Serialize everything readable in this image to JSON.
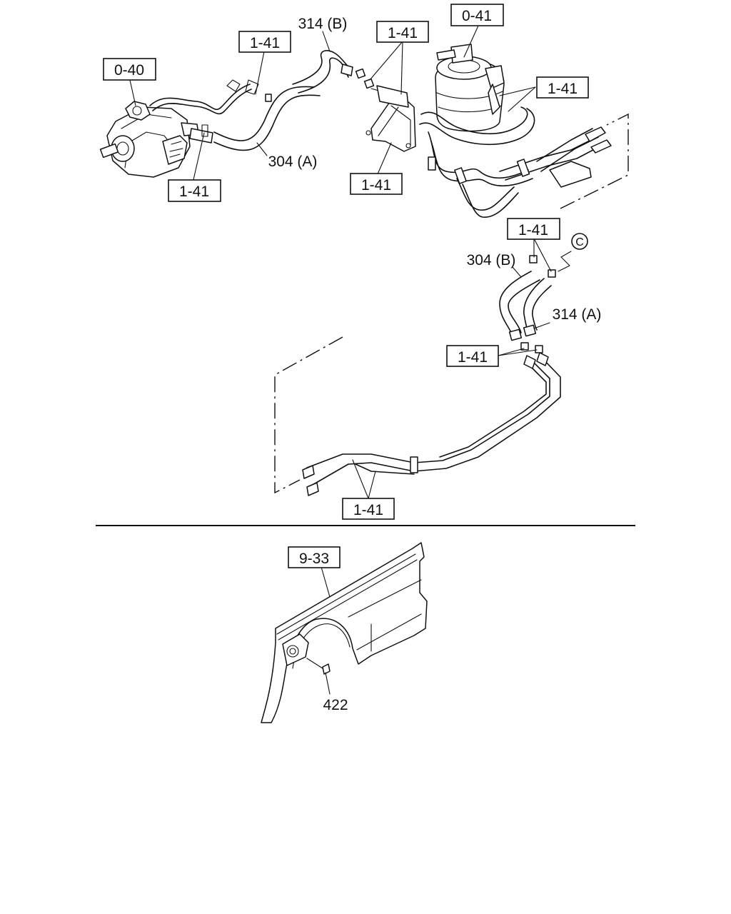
{
  "callouts": [
    {
      "id": "ref-0-40",
      "text": "0-40",
      "boxed": true
    },
    {
      "id": "ref-1-41-a",
      "text": "1-41",
      "boxed": true
    },
    {
      "id": "ref-314b",
      "text": "314 (B)",
      "boxed": false
    },
    {
      "id": "ref-1-41-b",
      "text": "1-41",
      "boxed": true
    },
    {
      "id": "ref-0-41",
      "text": "0-41",
      "boxed": true
    },
    {
      "id": "ref-1-41-c",
      "text": "1-41",
      "boxed": true
    },
    {
      "id": "ref-304a",
      "text": "304 (A)",
      "boxed": false
    },
    {
      "id": "ref-1-41-d",
      "text": "1-41",
      "boxed": true
    },
    {
      "id": "ref-1-41-e",
      "text": "1-41",
      "boxed": true
    },
    {
      "id": "ref-1-41-f",
      "text": "1-41",
      "boxed": true
    },
    {
      "id": "ref-circle-c",
      "text": "C",
      "boxed": false
    },
    {
      "id": "ref-304b",
      "text": "304 (B)",
      "boxed": false
    },
    {
      "id": "ref-314a",
      "text": "314 (A)",
      "boxed": false
    },
    {
      "id": "ref-1-41-g",
      "text": "1-41",
      "boxed": true
    },
    {
      "id": "ref-1-41-h",
      "text": "1-41",
      "boxed": true
    },
    {
      "id": "ref-9-33",
      "text": "9-33",
      "boxed": true
    },
    {
      "id": "ref-422",
      "text": "422",
      "boxed": false
    }
  ]
}
